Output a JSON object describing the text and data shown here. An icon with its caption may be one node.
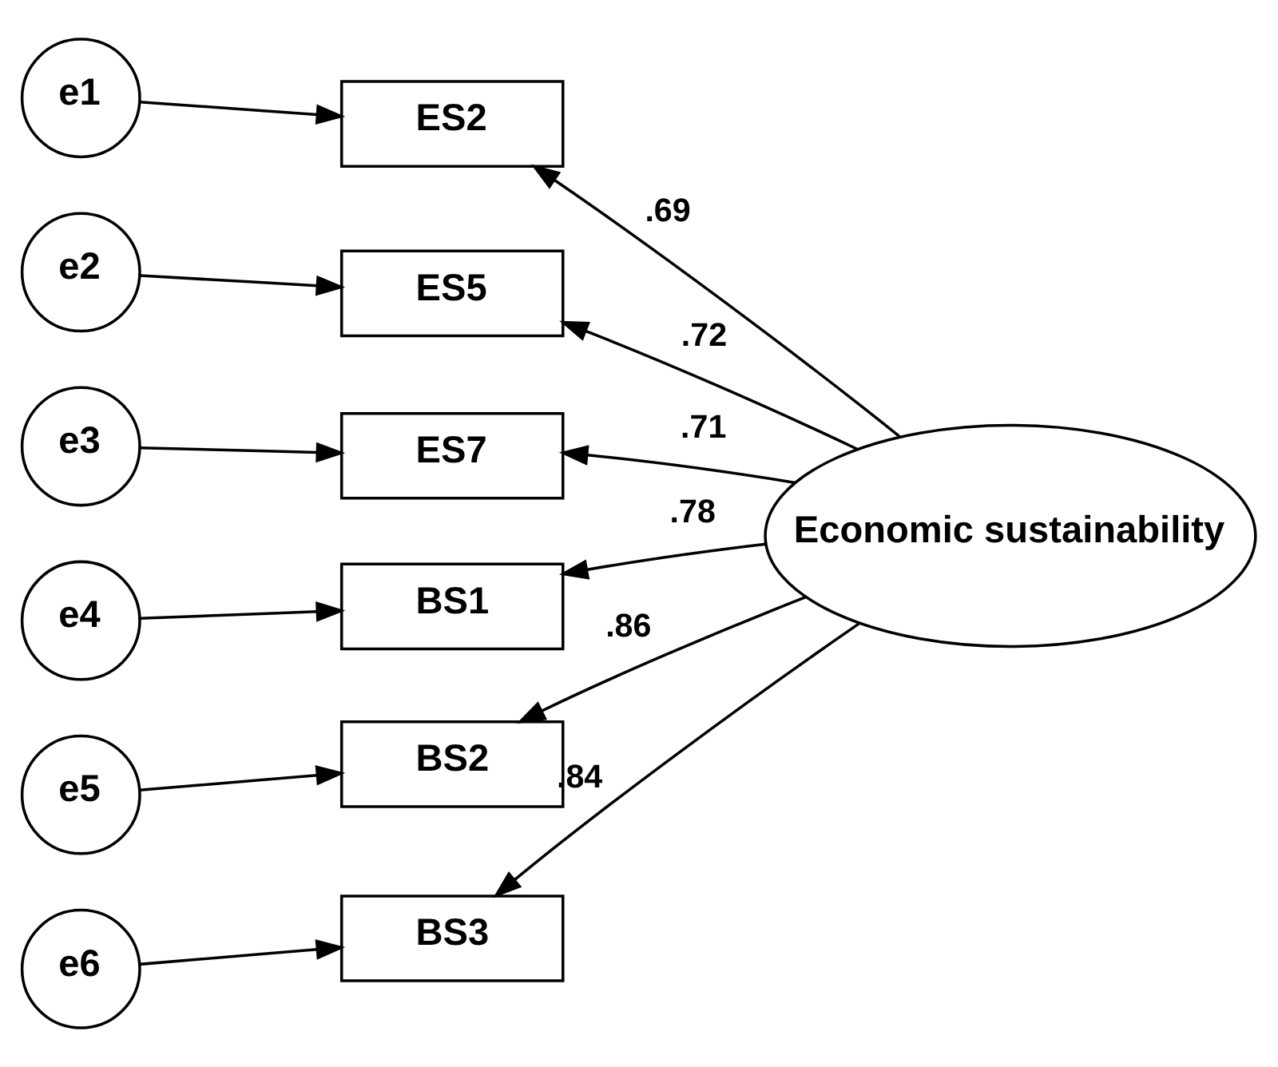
{
  "diagram": {
    "nodes": [
      {
        "text": [
          "e1"
        ]
      },
      {
        "text": [
          "e2"
        ]
      },
      {
        "text": [
          "e3"
        ]
      },
      {
        "text": [
          "e4"
        ]
      },
      {
        "text": [
          "e5"
        ]
      },
      {
        "text": [
          "e6"
        ]
      },
      {
        "text": [
          "ES2"
        ]
      },
      {
        "text": [
          "ES5"
        ]
      },
      {
        "text": [
          "ES7"
        ]
      },
      {
        "text": [
          "BS1"
        ]
      },
      {
        "text": [
          "BS2"
        ]
      },
      {
        "text": [
          "BS3"
        ]
      },
      {
        "text": [
          "Economic sustainability"
        ]
      }
    ],
    "edges": [
      {
        "from": 0,
        "to": 6,
        "arrow": "to"
      },
      {
        "from": 1,
        "to": 7,
        "arrow": "to"
      },
      {
        "from": 2,
        "to": 8,
        "arrow": "to"
      },
      {
        "from": 3,
        "to": 9,
        "arrow": "to"
      },
      {
        "from": 4,
        "to": 10,
        "arrow": "to"
      },
      {
        "from": 5,
        "to": 11,
        "arrow": "to"
      },
      {
        "from": 12,
        "to": 6,
        "arrow": "to",
        "label": ".69"
      },
      {
        "from": 12,
        "to": 7,
        "arrow": "to",
        "label": ".72"
      },
      {
        "from": 12,
        "to": 8,
        "arrow": "to",
        "label": ".71"
      },
      {
        "from": 12,
        "to": 9,
        "arrow": "to",
        "label": ".78"
      },
      {
        "from": 12,
        "to": 10,
        "arrow": "to",
        "label": ".86"
      },
      {
        "from": 12,
        "to": 11,
        "arrow": "to",
        "label": ".84"
      }
    ]
  }
}
